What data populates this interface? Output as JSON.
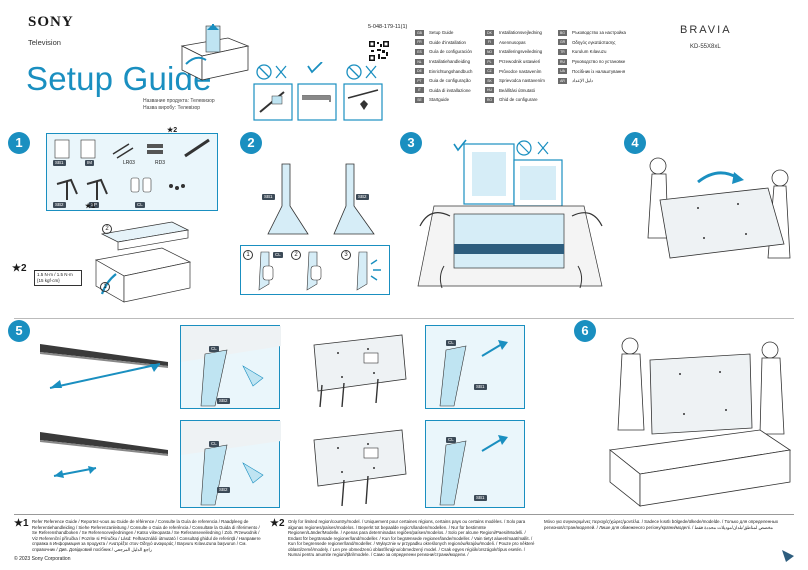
{
  "header": {
    "brand": "SONY",
    "product_category": "Television",
    "title": "Setup Guide",
    "product_labels": [
      "Название продукта: Телевизор",
      "Назва виробу: Телевізор"
    ],
    "part_number": "5-048-179-11(1)",
    "series": "BRAVIA",
    "model": "KD-55X8xL"
  },
  "languages_left": [
    {
      "code": "GB",
      "label": "Setup Guide"
    },
    {
      "code": "FR",
      "label": "Guide d'installation"
    },
    {
      "code": "ES",
      "label": "Guía de configuración"
    },
    {
      "code": "NL",
      "label": "Installatiehandleiding"
    },
    {
      "code": "DE",
      "label": "Einrichtungshandbuch"
    },
    {
      "code": "PT",
      "label": "Guia de configuração"
    },
    {
      "code": "IT",
      "label": "Guida di installazione"
    },
    {
      "code": "SE",
      "label": "Startguide"
    }
  ],
  "languages_mid": [
    {
      "code": "DK",
      "label": "Installationsvejledning"
    },
    {
      "code": "FI",
      "label": "Asennusopas"
    },
    {
      "code": "NO",
      "label": "Installeringsveiledning"
    },
    {
      "code": "PL",
      "label": "Przewodnik ustawień"
    },
    {
      "code": "CZ",
      "label": "Průvodce nastavením"
    },
    {
      "code": "SK",
      "label": "Sprievodca nastavením"
    },
    {
      "code": "HU",
      "label": "Beállítási útmutató"
    },
    {
      "code": "RO",
      "label": "Ghid de configurare"
    }
  ],
  "languages_right": [
    {
      "code": "BG",
      "label": "Ръководство за настройка"
    },
    {
      "code": "GR",
      "label": "Οδηγός εγκατάστασης"
    },
    {
      "code": "TR",
      "label": "Kurulum Kılavuzu"
    },
    {
      "code": "RU",
      "label": "Руководство по установке"
    },
    {
      "code": "UA",
      "label": "Посібник із налаштування"
    },
    {
      "code": "AR",
      "label": "دليل الإعداد"
    }
  ],
  "steps": [
    "1",
    "2",
    "3",
    "4",
    "5",
    "6"
  ],
  "step1": {
    "star2": "★2",
    "star1": "★1",
    "part_labels": [
      "SB1",
      "IM",
      "LR03",
      "RD3"
    ],
    "stand_labels": [
      "SB2",
      "SP",
      "CL"
    ],
    "box_step_1": "1",
    "box_step_2": "2",
    "screw_note_star": "★2",
    "screw_note": "1.5 N·m / 1.5 N·m {15 kgf·cm}"
  },
  "step2": {
    "leg_left": "SB1",
    "leg_right": "SB2",
    "sub_1": "1",
    "sub_2": "2",
    "sub_3": "3",
    "clip_label": "CL"
  },
  "step5": {
    "labels_top": [
      "CL",
      "SB2",
      "SB1",
      "CL"
    ],
    "labels_bottom": [
      "CL",
      "SB2",
      "SB1",
      "CL"
    ]
  },
  "footer": {
    "star1": "★1",
    "note1": "Refer Reference Guide / Reportez-vous au Guide de référence / Consulte la Guía de referencia / Raadpleeg de Referentiehandleiding / Siehe Referenzanleitung / Consulte o Guia de referência / Consultate la Guida di riferimento / Se Referenshandboken / Se Referencevejledningen / Katso viiteopasta / Se Referanseveiledning / Zob. Przewodnik / Viz Referenční příručka / Pozrite si Príručku / Lásd: Felhasználói útmutató / Consultați ghidul de referință / Направете справка в Информация за продукта / Ανατρέξτε στον Οδηγό αναφοράς / Başvuru Kılavuzuna başvurun / См. справочник / Див. Довідковий посібник / راجع الدليل المرجعي",
    "star2": "★2",
    "note2": "Only for limited region/country/model. / Uniquement pour certaines régions, certains pays ou certains modèles. / Solo para algunas regiones/países/modelos. / Beperkt tot bepaalde regio's/landen/modellen. / Nur für bestimmte Regionen/Länder/Modelle. / Apenas para determinadas regiões/países/modelos. / Solo per alcune Regioni/Paesi/Modelli. / Endast för begränsade regioner/land/modeller. / Kun for begrænsede regioner/lande/modeller. / Vain tietyt alueet/maat/mallit. / Kun for begrensede regioner/land/modeller. / Wyłącznie w przypadku określonych regionów/krajów/modeli. / Pouze pro některé oblasti/země/modely. / Len pre obmedzenú oblasť/krajinu/obmedzený model. / Csak egyes régiók/országok/típus esetén. / Numai pentru anumite regiuni/țări/modele. / Само за определени региони/страни/модели. /",
    "note3": "Μόνο για συγκεκριμένες περιοχές/χώρες/μοντέλα. / Sadece kısıtlı bölgede/ülkede/modelde. / Только для определенных регионов/стран/моделей. / Лише для обмеженого регіону/країни/моделі. / مخصص لمناطق/بلدان/موديلات محددة فقط",
    "copyright": "© 2023 Sony Corporation"
  }
}
